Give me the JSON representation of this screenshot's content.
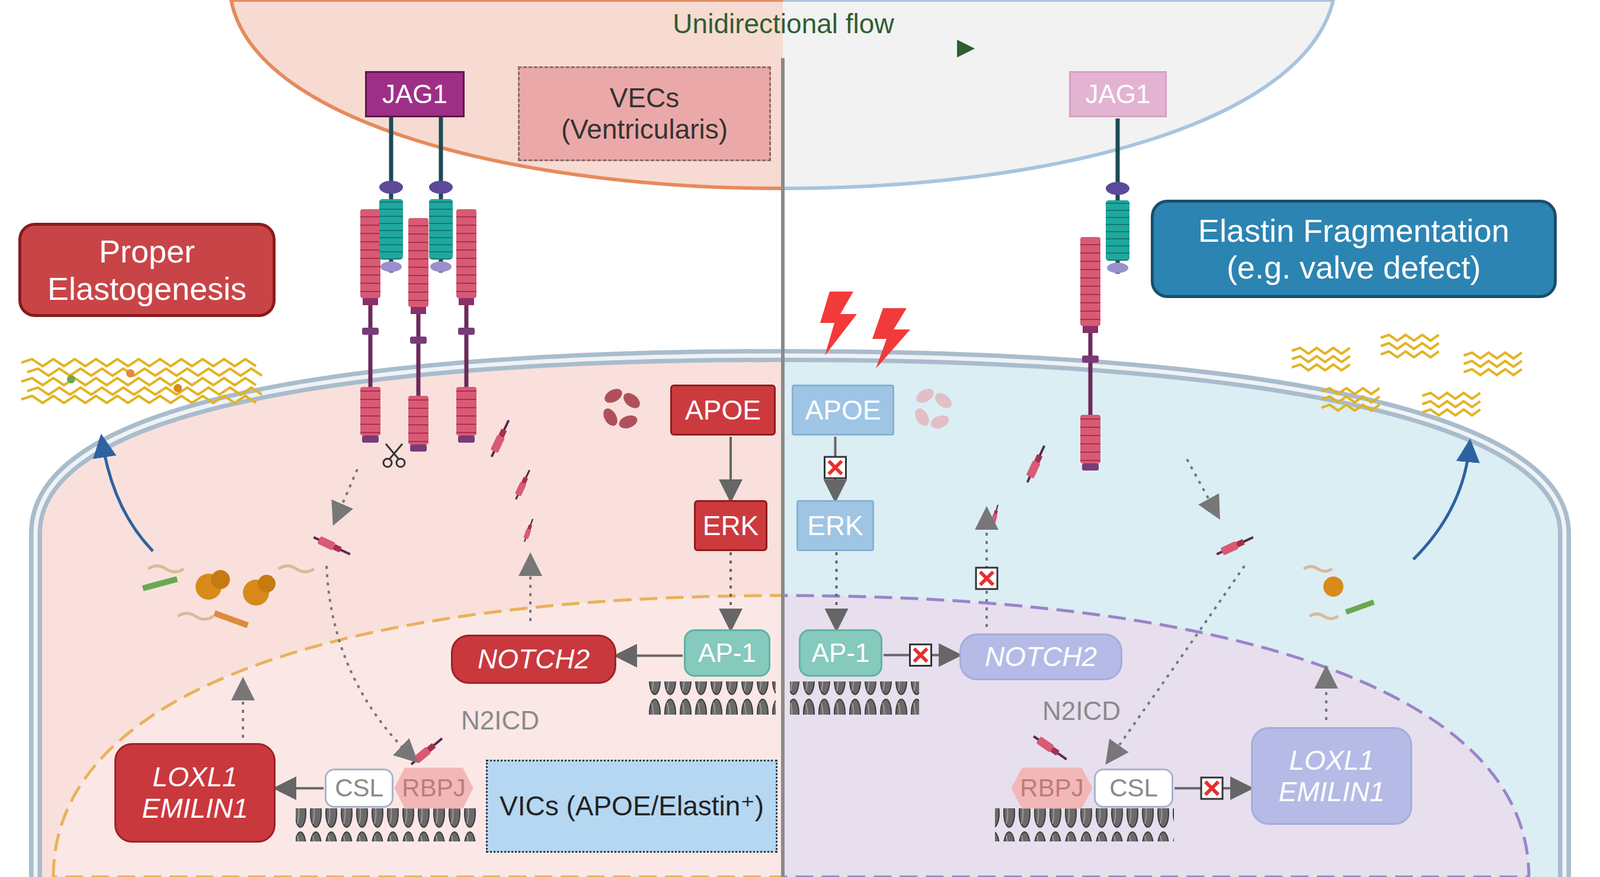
{
  "diagram": {
    "nodes": [
      {
        "text": [
          "VECs (Ventricularis)"
        ]
      },
      {
        "text": [
          "JAG1"
        ]
      },
      {
        "text": [
          "JAG1"
        ]
      },
      {
        "text": [
          "Proper Elastogenesis"
        ]
      },
      {
        "text": [
          "Elastin Fragmentation (e.g. valve defect)"
        ]
      },
      {
        "text": [
          "APOE"
        ]
      },
      {
        "text": [
          "APOE"
        ]
      },
      {
        "text": [
          "ERK"
        ]
      },
      {
        "text": [
          "ERK"
        ]
      },
      {
        "text": [
          "AP-1"
        ]
      },
      {
        "text": [
          "NOTCH2"
        ]
      },
      {
        "text": [
          "AP-1"
        ]
      },
      {
        "text": [
          "NOTCH2"
        ]
      },
      {
        "text": [
          "LOXL1 EMILIN1"
        ]
      },
      {
        "text": [
          "CSL"
        ]
      },
      {
        "text": [
          "RBPJ"
        ]
      },
      {
        "text": [
          "VICs (APOE/Elastin⁺)"
        ]
      },
      {
        "text": [
          "RBPJ"
        ]
      },
      {
        "text": [
          "CSL"
        ]
      },
      {
        "text": [
          "LOXL1 EMILIN1"
        ]
      }
    ],
    "edges": [
      {
        "from": 5,
        "to": 7,
        "arrow": "to"
      },
      {
        "from": 7,
        "to": 9,
        "arrow": "to"
      },
      {
        "from": 9,
        "to": 10,
        "arrow": "to"
      },
      {
        "from": 14,
        "to": 13,
        "arrow": "to"
      },
      {
        "from": 6,
        "to": 8,
        "arrow": "to"
      },
      {
        "from": 8,
        "to": 11,
        "arrow": "to"
      },
      {
        "from": 11,
        "to": 12,
        "arrow": "to"
      },
      {
        "from": 18,
        "to": 19,
        "arrow": "to"
      }
    ],
    "labels": [
      "Unidirectional flow",
      "N2ICD",
      "N2ICD"
    ]
  }
}
